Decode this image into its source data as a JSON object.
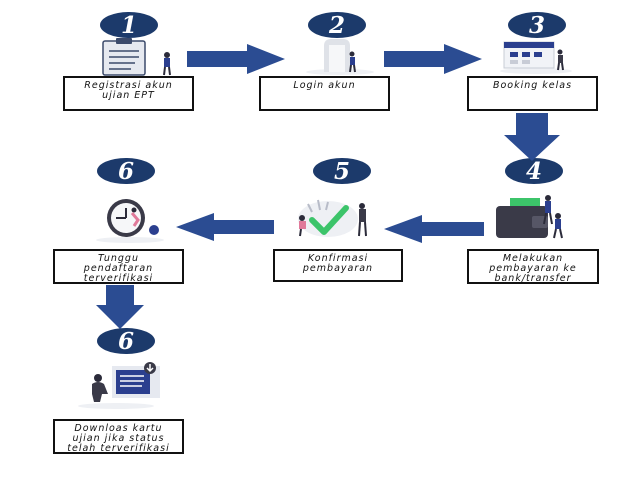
{
  "steps": [
    {
      "number": "1",
      "label": "Registrasi akun\nujian EPT"
    },
    {
      "number": "2",
      "label": "Login akun"
    },
    {
      "number": "3",
      "label": "Booking kelas"
    },
    {
      "number": "4",
      "label": "Melakukan\npembayaran ke\nbank/transfer"
    },
    {
      "number": "5",
      "label": "Konfirmasi\npembayaran"
    },
    {
      "number": "6",
      "label": "Tunggu\npendaftaran\nterverifikasi"
    },
    {
      "number": "6",
      "label": "Downloas kartu\nujian jika status\ntelah terverifikasi"
    }
  ],
  "colors": {
    "badge": "#1c3a6b",
    "arrow": "#2b4c92",
    "check": "#3cc46a",
    "accent": "#2b3f8f"
  },
  "icons": [
    "clipboard-icon",
    "door-icon",
    "calendar-icon",
    "wallet-icon",
    "checkmark-icon",
    "clock-icon",
    "download-icon"
  ]
}
